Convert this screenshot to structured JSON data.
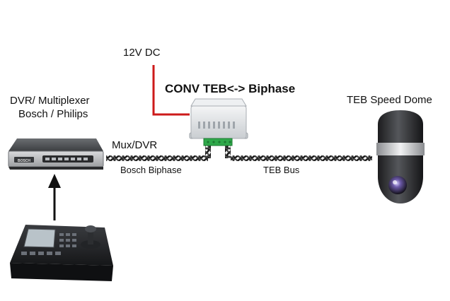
{
  "labels": {
    "power": "12V DC",
    "converter": "CONV TEB<-> Biphase",
    "dvr_line1": "DVR/ Multiplexer",
    "dvr_line2": "Bosch / Philips",
    "dome": "TEB Speed Dome",
    "mux": "Mux/DVR",
    "bosch_biphase": "Bosch Biphase",
    "teb_bus": "TEB Bus"
  },
  "devices": {
    "dvr_brand": "BOSCH"
  },
  "colors": {
    "power_wire": "#cc1a1a",
    "cable": "#1a1a1a",
    "terminal": "#2fa84a",
    "housing": "#e4e6e8"
  }
}
